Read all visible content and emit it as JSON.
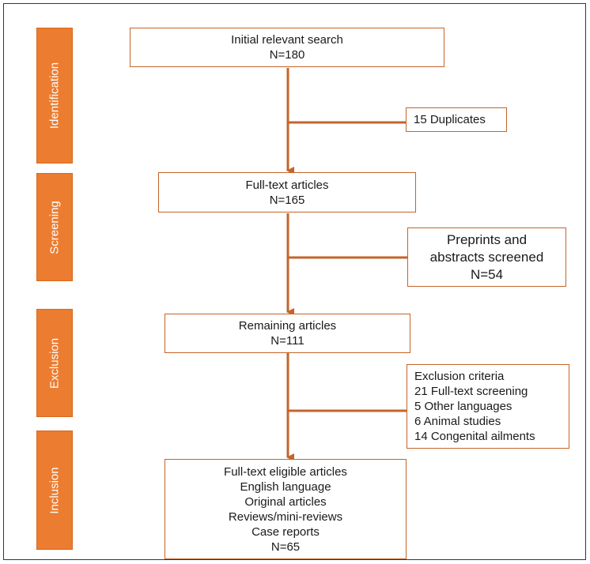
{
  "stages": {
    "identification": "Identification",
    "screening": "Screening",
    "exclusion": "Exclusion",
    "inclusion": "Inclusion"
  },
  "boxes": {
    "initial_search": {
      "lines": [
        "Initial relevant search",
        "N=180"
      ]
    },
    "duplicates": {
      "lines": [
        "15 Duplicates"
      ]
    },
    "full_text": {
      "lines": [
        "Full-text articles",
        "N=165"
      ]
    },
    "preprints": {
      "lines": [
        "Preprints and",
        "abstracts screened",
        "N=54"
      ]
    },
    "remaining": {
      "lines": [
        "Remaining articles",
        "N=111"
      ]
    },
    "exclusion_criteria": {
      "lines": [
        "Exclusion criteria",
        "21 Full-text screening",
        "5 Other languages",
        "6 Animal studies",
        "14 Congenital ailments"
      ]
    },
    "eligible": {
      "lines": [
        "Full-text eligible articles",
        "English language",
        "Original articles",
        "Reviews/mini-reviews",
        "Case reports",
        "N=65"
      ]
    }
  },
  "colors": {
    "accent": "#ec7c30",
    "connector": "#c5642a",
    "frame": "#1f3864"
  }
}
